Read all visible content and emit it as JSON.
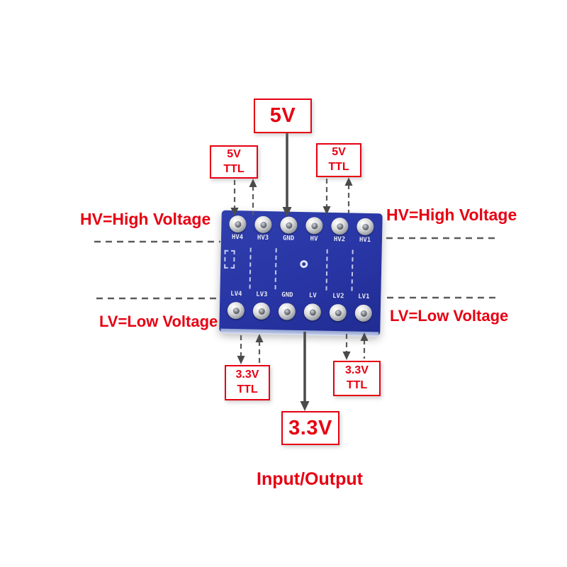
{
  "colors": {
    "annotation_red": "#e60012",
    "board_blue": "#2835a4",
    "pad_silver": "#c9ccd2",
    "arrow_gray": "#4a4a4a"
  },
  "annotations": {
    "supply_top": "5V",
    "supply_bottom": "3.3V",
    "ttl_top_left": "5V\nTTL",
    "ttl_top_right": "5V\nTTL",
    "ttl_bottom_left": "3.3V\nTTL",
    "ttl_bottom_right": "3.3V\nTTL",
    "hv_left": "HV=High Voltage",
    "hv_right": "HV=High Voltage",
    "lv_left": "LV=Low Voltage",
    "lv_right": "LV=Low Voltage",
    "caption": "Input/Output"
  },
  "board": {
    "top_pins": [
      "HV4",
      "HV3",
      "GND",
      "HV",
      "HV2",
      "HV1"
    ],
    "bottom_pins": [
      "LV4",
      "LV3",
      "GND",
      "LV",
      "LV2",
      "LV1"
    ]
  }
}
